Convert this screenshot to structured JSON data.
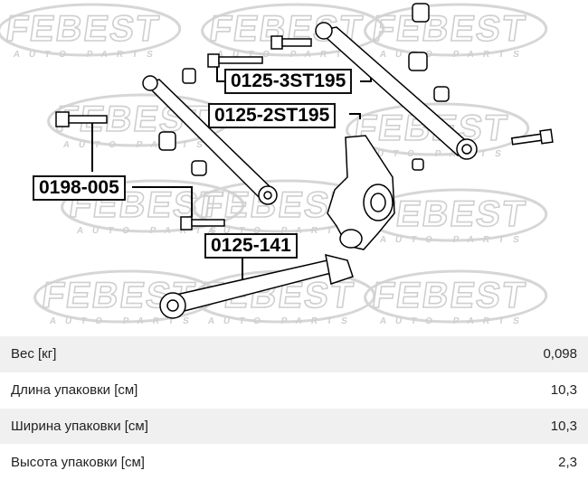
{
  "brand": {
    "watermark_main": "FEBEST",
    "watermark_sub": "AUTO PARTS"
  },
  "diagram": {
    "callouts": [
      {
        "id": "p1",
        "label": "0125-3ST195"
      },
      {
        "id": "p2",
        "label": "0125-2ST195"
      },
      {
        "id": "p3",
        "label": "0198-005"
      },
      {
        "id": "p4",
        "label": "0125-141"
      }
    ]
  },
  "specs": [
    {
      "label": "Вес [кг]",
      "value": "0,098"
    },
    {
      "label": "Длина упаковки [см]",
      "value": "10,3"
    },
    {
      "label": "Ширина упаковки [см]",
      "value": "10,3"
    },
    {
      "label": "Высота упаковки [см]",
      "value": "2,3"
    }
  ]
}
